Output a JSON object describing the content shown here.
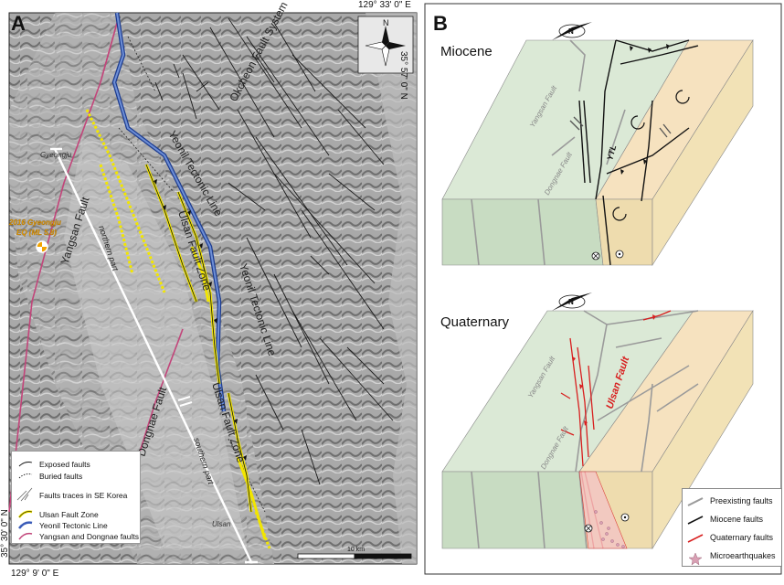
{
  "panel_a": {
    "letter": "A",
    "coord_top": "129° 33' 0\" E",
    "coord_right": "35° 57' 0\" N",
    "coord_bottom": "129° 9' 0\" E",
    "coord_left": "35° 30' 0\" N",
    "labels": {
      "okcheon": "Okcheon Fault System",
      "gyeongju": "Gyeongju",
      "eq": "2016 Gyeongju\nEQ (ML 5.8)",
      "eq_line1": "2016 Gyeongju",
      "eq_line2": "EQ (ML 5.8)",
      "yangsan": "Yangsan Fault",
      "yeonil1": "Yeonil Tectonic Line",
      "yeonil2": "Yeonil Tectonic Line",
      "ulsan_zone1": "Ulsan Fault Zone",
      "ulsan_zone2": "Ulsan Fault Zone",
      "northern": "northern part",
      "southern": "southern part",
      "dongnae": "Dongnae Fault",
      "ulsan_city": "Ulsan",
      "scale": "10 km",
      "north": "N"
    },
    "legend": {
      "exposed": "Exposed faults",
      "buried": "Buried faults",
      "traces": "Faults traces in SE Korea",
      "ulsan_zone": "Ulsan Fault Zone",
      "yeonil": "Yeonil Tectonic Line",
      "yangsan_dongnae": "Yangsan and Dongnae faults"
    },
    "colors": {
      "ulsan": "#f2e600",
      "yeonil": "#3a5cb8",
      "yangsan": "#c2457a",
      "hillshade": "#8c8c8c"
    }
  },
  "panel_b": {
    "letter": "B",
    "title_top": "Miocene",
    "title_bottom": "Quaternary",
    "labels": {
      "yangsan_top": "Yangsan Fault",
      "dongnae_top": "Dongnae Fault",
      "ytl": "YTL",
      "yangsan_bottom": "Yangsan Fault",
      "dongnae_bottom": "Dongnae Fault",
      "ulsan_fault": "Ulsan Fault",
      "north": "N"
    },
    "legend": {
      "preexisting": "Preexisting faults",
      "miocene": "Miocene faults",
      "quaternary": "Quaternary faults",
      "micro": "Microearthquakes"
    },
    "colors": {
      "green_top": "#dbe9d6",
      "green_side": "#c8dcc2",
      "tan_top": "#f6e2bf",
      "tan_side": "#eedcae",
      "quaternary": "#d81e1e",
      "preexisting": "#9a9a9a"
    }
  }
}
